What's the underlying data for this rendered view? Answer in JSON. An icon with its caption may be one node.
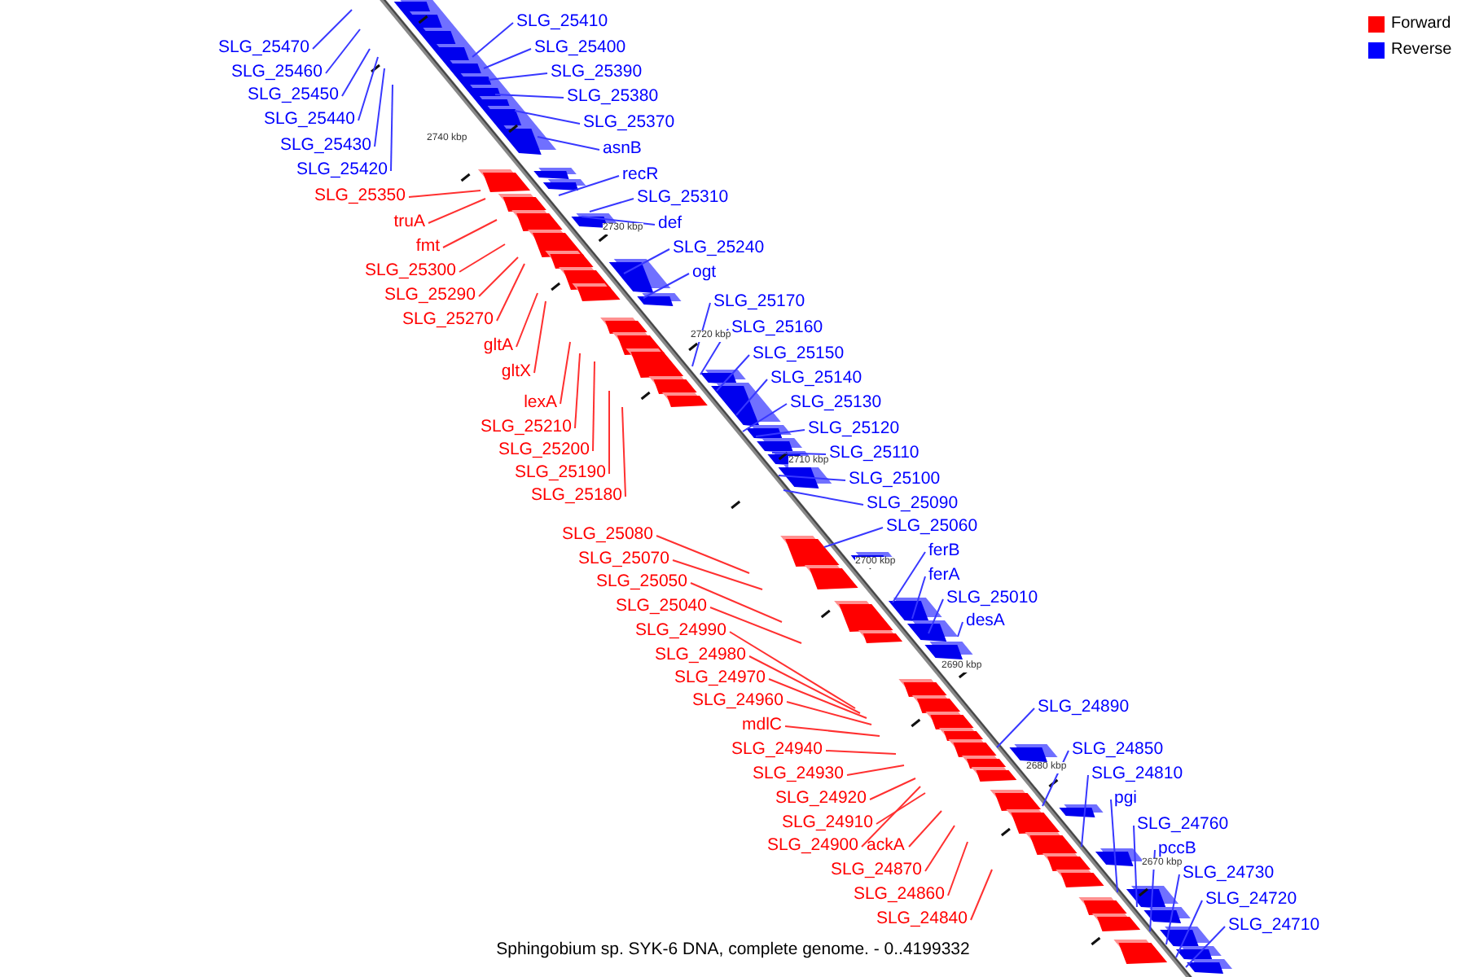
{
  "diagram": {
    "caption": "Sphingobium sp. SYK-6 DNA, complete genome. - 0..4199332",
    "nodes": [
      {
        "text": [
          "SLG_25410"
        ]
      },
      {
        "text": [
          "SLG_25470"
        ]
      },
      {
        "text": [
          "SLG_25400"
        ]
      },
      {
        "text": [
          "SLG_25460"
        ]
      },
      {
        "text": [
          "SLG_25390"
        ]
      },
      {
        "text": [
          "SLG_25450"
        ]
      },
      {
        "text": [
          "SLG_25380"
        ]
      },
      {
        "text": [
          "SLG_25440"
        ]
      },
      {
        "text": [
          "SLG_25370"
        ]
      },
      {
        "text": [
          "SLG_25430"
        ]
      },
      {
        "text": [
          "asnB"
        ]
      },
      {
        "text": [
          "SLG_25420"
        ]
      },
      {
        "text": [
          "recR"
        ]
      },
      {
        "text": [
          "SLG_25350"
        ]
      },
      {
        "text": [
          "SLG_25310"
        ]
      },
      {
        "text": [
          "truA"
        ]
      },
      {
        "text": [
          "def"
        ]
      },
      {
        "text": [
          "fmt"
        ]
      },
      {
        "text": [
          "SLG_25240"
        ]
      },
      {
        "text": [
          "SLG_25300"
        ]
      },
      {
        "text": [
          "ogt"
        ]
      },
      {
        "text": [
          "SLG_25290"
        ]
      },
      {
        "text": [
          "SLG_25170"
        ]
      },
      {
        "text": [
          "SLG_25270"
        ]
      },
      {
        "text": [
          "SLG_25160"
        ]
      },
      {
        "text": [
          "gltA"
        ]
      },
      {
        "text": [
          "SLG_25150"
        ]
      },
      {
        "text": [
          "gltX"
        ]
      },
      {
        "text": [
          "SLG_25140"
        ]
      },
      {
        "text": [
          "lexA"
        ]
      },
      {
        "text": [
          "SLG_25130"
        ]
      },
      {
        "text": [
          "SLG_25210"
        ]
      },
      {
        "text": [
          "SLG_25120"
        ]
      },
      {
        "text": [
          "SLG_25200"
        ]
      },
      {
        "text": [
          "SLG_25110"
        ]
      },
      {
        "text": [
          "SLG_25190"
        ]
      },
      {
        "text": [
          "SLG_25100"
        ]
      },
      {
        "text": [
          "SLG_25180"
        ]
      },
      {
        "text": [
          "SLG_25090"
        ]
      },
      {
        "text": [
          "SLG_25060"
        ]
      },
      {
        "text": [
          "SLG_25080"
        ]
      },
      {
        "text": [
          "ferB"
        ]
      },
      {
        "text": [
          "SLG_25070"
        ]
      },
      {
        "text": [
          "ferA"
        ]
      },
      {
        "text": [
          "SLG_25050"
        ]
      },
      {
        "text": [
          "SLG_25010"
        ]
      },
      {
        "text": [
          "SLG_25040"
        ]
      },
      {
        "text": [
          "desA"
        ]
      },
      {
        "text": [
          "SLG_24990"
        ]
      },
      {
        "text": [
          "SLG_24980"
        ]
      },
      {
        "text": [
          "SLG_24970"
        ]
      },
      {
        "text": [
          "SLG_24960"
        ]
      },
      {
        "text": [
          "SLG_24890"
        ]
      },
      {
        "text": [
          "mdlC"
        ]
      },
      {
        "text": [
          "SLG_24940"
        ]
      },
      {
        "text": [
          "SLG_24850"
        ]
      },
      {
        "text": [
          "SLG_24930"
        ]
      },
      {
        "text": [
          "SLG_24810"
        ]
      },
      {
        "text": [
          "SLG_24920"
        ]
      },
      {
        "text": [
          "pgi"
        ]
      },
      {
        "text": [
          "SLG_24910"
        ]
      },
      {
        "text": [
          "SLG_24760"
        ]
      },
      {
        "text": [
          "SLG_24900"
        ]
      },
      {
        "text": [
          "ackA"
        ]
      },
      {
        "text": [
          "pccB"
        ]
      },
      {
        "text": [
          "SLG_24870"
        ]
      },
      {
        "text": [
          "SLG_24730"
        ]
      },
      {
        "text": [
          "SLG_24860"
        ]
      },
      {
        "text": [
          "SLG_24720"
        ]
      },
      {
        "text": [
          "SLG_24840"
        ]
      },
      {
        "text": [
          "SLG_24710"
        ]
      }
    ],
    "edges": [
      {
        "from": 0,
        "to": null,
        "arrow": "none"
      },
      {
        "from": 1,
        "to": null,
        "arrow": "none"
      },
      {
        "from": 2,
        "to": null,
        "arrow": "none"
      },
      {
        "from": 3,
        "to": null,
        "arrow": "none"
      },
      {
        "from": 4,
        "to": null,
        "arrow": "none"
      },
      {
        "from": 5,
        "to": null,
        "arrow": "none"
      },
      {
        "from": 6,
        "to": null,
        "arrow": "none"
      },
      {
        "from": 7,
        "to": null,
        "arrow": "none"
      },
      {
        "from": 8,
        "to": null,
        "arrow": "none"
      },
      {
        "from": 9,
        "to": null,
        "arrow": "none"
      },
      {
        "from": 10,
        "to": null,
        "arrow": "none"
      },
      {
        "from": 11,
        "to": null,
        "arrow": "none"
      },
      {
        "from": 12,
        "to": null,
        "arrow": "none"
      },
      {
        "from": 13,
        "to": null,
        "arrow": "none",
        "color": "#ff3030"
      },
      {
        "from": 14,
        "to": null,
        "arrow": "none"
      },
      {
        "from": 15,
        "to": null,
        "arrow": "none",
        "color": "#ff3030"
      },
      {
        "from": 16,
        "to": null,
        "arrow": "none"
      },
      {
        "from": 17,
        "to": null,
        "arrow": "none",
        "color": "#ff3030"
      },
      {
        "from": 18,
        "to": null,
        "arrow": "none"
      },
      {
        "from": 19,
        "to": null,
        "arrow": "none",
        "color": "#ff3030"
      },
      {
        "from": 20,
        "to": null,
        "arrow": "none"
      },
      {
        "from": 21,
        "to": null,
        "arrow": "none",
        "color": "#ff3030"
      },
      {
        "from": 22,
        "to": null,
        "arrow": "none"
      },
      {
        "from": 23,
        "to": null,
        "arrow": "none",
        "color": "#ff3030"
      },
      {
        "from": 24,
        "to": null,
        "arrow": "none"
      },
      {
        "from": 25,
        "to": null,
        "arrow": "none",
        "color": "#ff3030"
      },
      {
        "from": 26,
        "to": null,
        "arrow": "none"
      },
      {
        "from": 27,
        "to": null,
        "arrow": "none",
        "color": "#ff3030"
      },
      {
        "from": 28,
        "to": null,
        "arrow": "none"
      },
      {
        "from": 29,
        "to": null,
        "arrow": "none",
        "color": "#ff3030"
      },
      {
        "from": 30,
        "to": null,
        "arrow": "none"
      },
      {
        "from": 31,
        "to": null,
        "arrow": "none",
        "color": "#ff3030"
      },
      {
        "from": 32,
        "to": null,
        "arrow": "none"
      },
      {
        "from": 33,
        "to": null,
        "arrow": "none",
        "color": "#ff3030"
      },
      {
        "from": 34,
        "to": null,
        "arrow": "none"
      },
      {
        "from": 35,
        "to": null,
        "arrow": "none",
        "color": "#ff3030"
      },
      {
        "from": 36,
        "to": null,
        "arrow": "none"
      },
      {
        "from": 37,
        "to": null,
        "arrow": "none",
        "color": "#ff3030"
      },
      {
        "from": 38,
        "to": null,
        "arrow": "none"
      },
      {
        "from": 39,
        "to": null,
        "arrow": "none"
      },
      {
        "from": 40,
        "to": null,
        "arrow": "none",
        "color": "#ff3030"
      },
      {
        "from": 41,
        "to": null,
        "arrow": "none"
      },
      {
        "from": 42,
        "to": null,
        "arrow": "none",
        "color": "#ff3030"
      },
      {
        "from": 43,
        "to": null,
        "arrow": "none"
      },
      {
        "from": 44,
        "to": null,
        "arrow": "none",
        "color": "#ff3030"
      },
      {
        "from": 45,
        "to": null,
        "arrow": "none"
      },
      {
        "from": 46,
        "to": null,
        "arrow": "none",
        "color": "#ff3030"
      },
      {
        "from": 47,
        "to": null,
        "arrow": "none"
      },
      {
        "from": 48,
        "to": null,
        "arrow": "none",
        "color": "#ff3030"
      },
      {
        "from": 49,
        "to": null,
        "arrow": "none",
        "color": "#ff3030"
      },
      {
        "from": 50,
        "to": null,
        "arrow": "none",
        "color": "#ff3030"
      },
      {
        "from": 51,
        "to": null,
        "arrow": "none",
        "color": "#ff3030"
      },
      {
        "from": 52,
        "to": null,
        "arrow": "none"
      },
      {
        "from": 53,
        "to": null,
        "arrow": "none",
        "color": "#ff3030"
      },
      {
        "from": 54,
        "to": null,
        "arrow": "none",
        "color": "#ff3030"
      },
      {
        "from": 55,
        "to": null,
        "arrow": "none"
      },
      {
        "from": 56,
        "to": null,
        "arrow": "none",
        "color": "#ff3030"
      },
      {
        "from": 57,
        "to": null,
        "arrow": "none"
      },
      {
        "from": 58,
        "to": null,
        "arrow": "none",
        "color": "#ff3030"
      },
      {
        "from": 59,
        "to": null,
        "arrow": "none"
      },
      {
        "from": 60,
        "to": null,
        "arrow": "none",
        "color": "#ff3030"
      },
      {
        "from": 61,
        "to": null,
        "arrow": "none"
      },
      {
        "from": 62,
        "to": null,
        "arrow": "none",
        "color": "#ff3030"
      },
      {
        "from": 63,
        "to": null,
        "arrow": "none",
        "color": "#ff3030"
      },
      {
        "from": 64,
        "to": null,
        "arrow": "none"
      },
      {
        "from": 65,
        "to": null,
        "arrow": "none",
        "color": "#ff3030"
      },
      {
        "from": 66,
        "to": null,
        "arrow": "none"
      },
      {
        "from": 67,
        "to": null,
        "arrow": "none",
        "color": "#ff3030"
      },
      {
        "from": 68,
        "to": null,
        "arrow": "none"
      },
      {
        "from": 69,
        "to": null,
        "arrow": "none",
        "color": "#ff3030"
      },
      {
        "from": 70,
        "to": null,
        "arrow": "none"
      }
    ],
    "labels": [
      "2740 kbp",
      "2730 kbp",
      "2720 kbp",
      "2710 kbp",
      "2700 kbp",
      "2690 kbp",
      "2680 kbp",
      "2670 kbp"
    ],
    "legend": [
      {
        "text": "Forward",
        "color": "#ff0000"
      },
      {
        "text": "Reverse",
        "color": "#0000ff"
      }
    ]
  }
}
